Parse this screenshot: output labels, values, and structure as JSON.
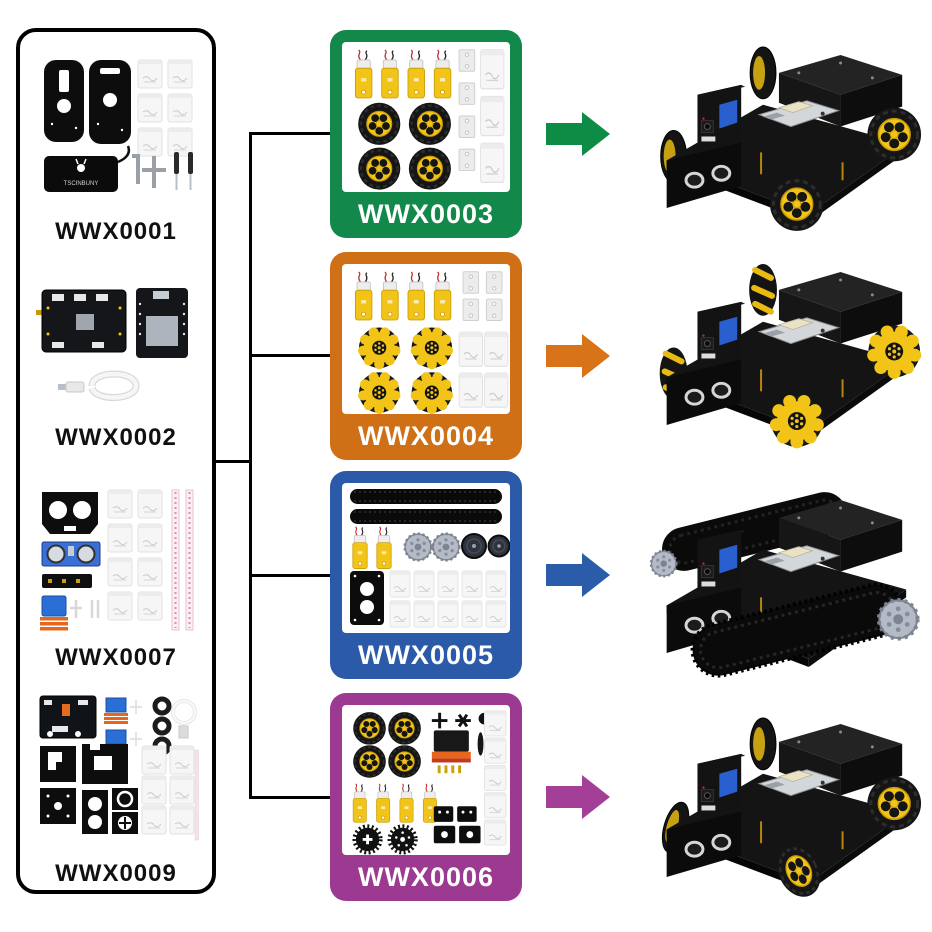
{
  "background": "#ffffff",
  "connector_color": "#000000",
  "brand": "TSCINBUNY",
  "base": {
    "kits": [
      {
        "label": "WWX0001",
        "contents": "chassis-plates-battery-box-tools-screw-bags"
      },
      {
        "label": "WWX0002",
        "contents": "driver-board-esp32-board-usb-cable"
      },
      {
        "label": "WWX0007",
        "contents": "camera-mount-ultrasonic-line-sensor-servo-cables"
      },
      {
        "label": "WWX0009",
        "contents": "driver-board-servos-rings-acrylic-plates-screw-bags"
      }
    ]
  },
  "combo": {
    "kits": [
      {
        "label": "WWX0003",
        "accent": "#12894a",
        "arrow": "#0e8c46",
        "contents": "tt-motors-plastic-wheels-mounts-screws"
      },
      {
        "label": "WWX0004",
        "accent": "#cf7017",
        "arrow": "#d9731a",
        "contents": "tt-motors-mecanum-wheels-mounts-screws"
      },
      {
        "label": "WWX0005",
        "accent": "#2b5ba8",
        "arrow": "#2b5ca9",
        "contents": "tank-tracks-motors-sprockets-wheels-bracket-screws"
      },
      {
        "label": "WWX0006",
        "accent": "#9c3a92",
        "arrow": "#a43f97",
        "contents": "wheels-servo-horns-motors-gears-plates-screws"
      }
    ]
  },
  "robots": [
    {
      "name": "four-wheel-drive-robot-car"
    },
    {
      "name": "mecanum-wheel-robot-car"
    },
    {
      "name": "tank-track-robot-car"
    },
    {
      "name": "steering-robot-car"
    }
  ]
}
